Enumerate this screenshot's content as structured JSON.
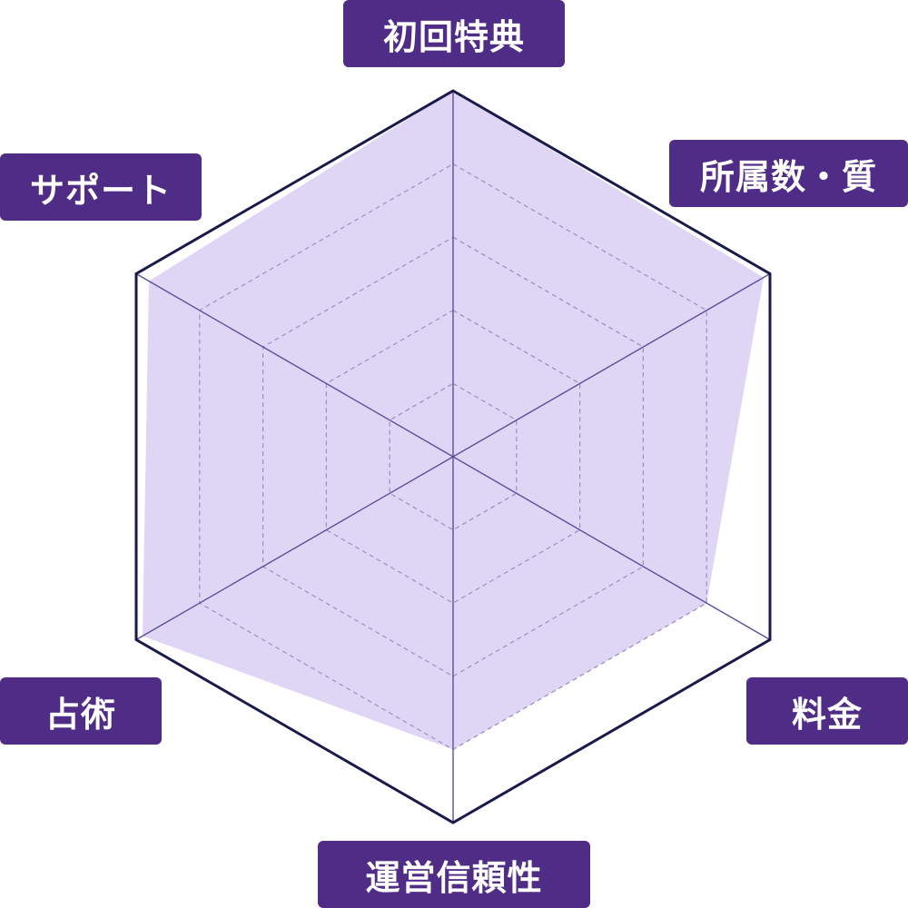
{
  "chart_data": {
    "type": "radar",
    "axes": [
      "初回特典",
      "所属数・質",
      "料金",
      "運営信頼性",
      "占術",
      "サポート"
    ],
    "values": [
      5.0,
      4.9,
      4.0,
      4.0,
      4.9,
      4.8
    ],
    "max": 5,
    "rings": 5,
    "grid": "dashed",
    "legend": "none"
  },
  "colors": {
    "label_bg": "#4f2d87",
    "label_text": "#ffffff",
    "fill": "#ddd3f3",
    "fill_opacity": 0.95,
    "outline": "#1a1a4a",
    "spokes": "#5a4f9a",
    "grid": "#9a8fc0"
  }
}
